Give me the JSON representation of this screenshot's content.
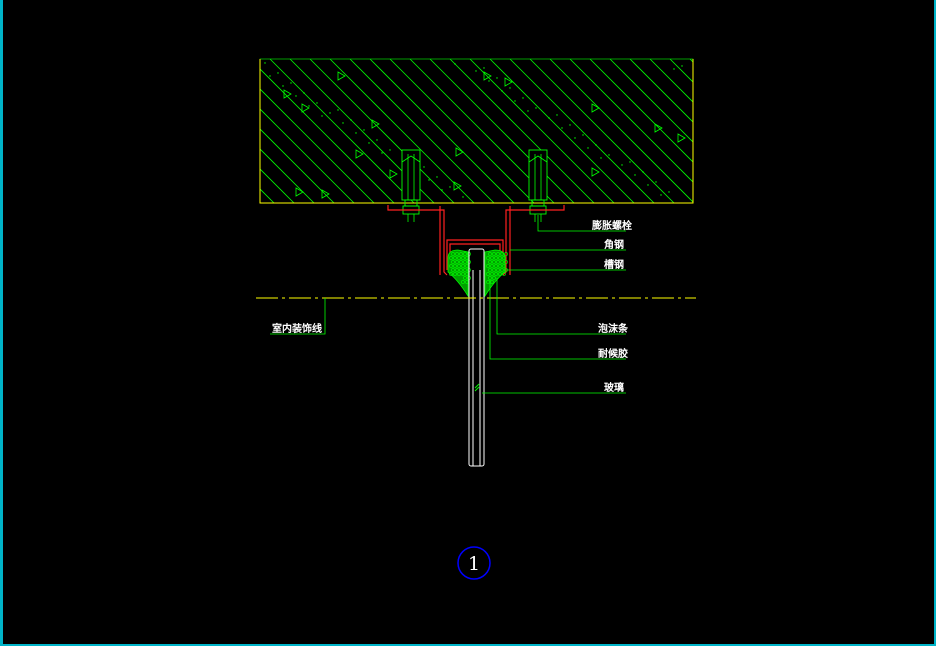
{
  "labels": {
    "expansion_bolt": "膨胀螺栓",
    "angle_steel": "角钢",
    "channel_steel": "槽钢",
    "foam_strip": "泡沫条",
    "sealant": "耐候胶",
    "glass": "玻璃",
    "interior_line": "室内装饰线"
  },
  "detail": {
    "number": "1"
  },
  "colors": {
    "concrete_outline": "#ffff00",
    "hatch": "#00ff00",
    "steel": "#ff2020",
    "leader": "#00ff00",
    "label_text": "#ffffff",
    "glass": "#ffffff",
    "foam": "#00ff00",
    "centerline": "#ffff00",
    "bubble": "#0000ff",
    "frame": "#00b4c8"
  },
  "icons": {
    "bubble": "circled-number-icon",
    "bolt": "anchor-bolt-icon"
  }
}
